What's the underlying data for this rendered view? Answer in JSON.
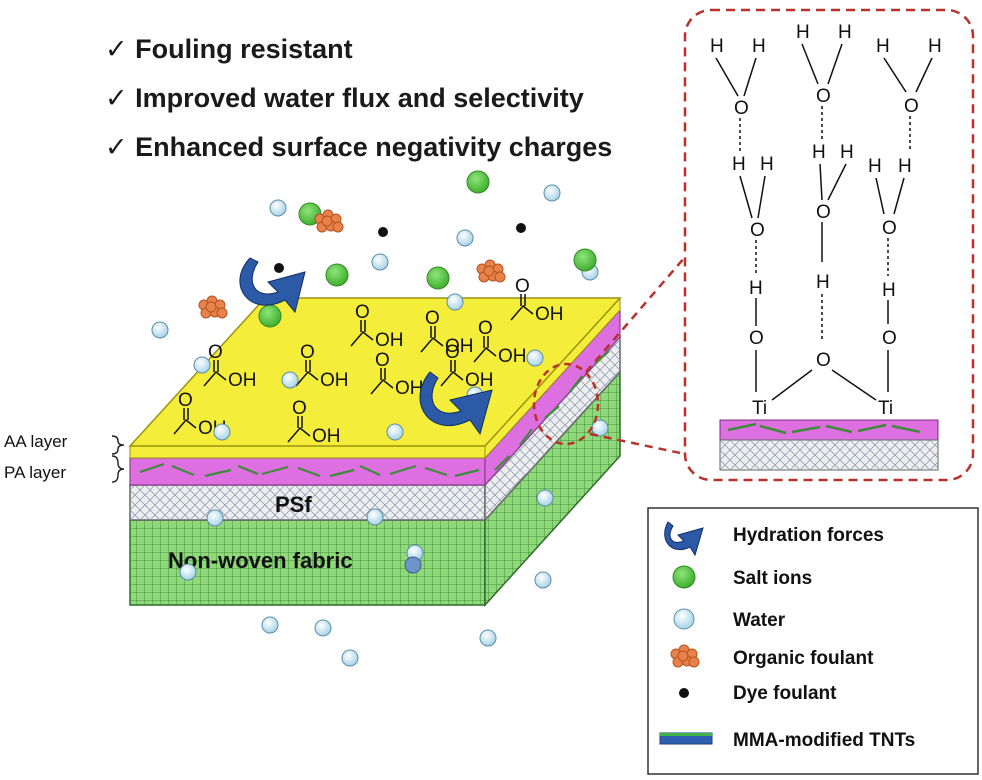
{
  "benefits": [
    "✓ Fouling resistant",
    "✓ Improved water flux and selectivity",
    "✓ Enhanced surface negativity charges"
  ],
  "layers": {
    "aa": "AA layer",
    "pa": "PA layer",
    "psf": "PSf",
    "fabric": "Non-woven fabric"
  },
  "acetic": {
    "oh": "OH",
    "o": "O"
  },
  "inset": {
    "h": "H",
    "o": "O",
    "ti": "Ti"
  },
  "legend": {
    "hydration": "Hydration forces",
    "salt": "Salt ions",
    "water": "Water",
    "organic": "Organic foulant",
    "dye": "Dye foulant",
    "tnt": "MMA-modified TNTs"
  },
  "colors": {
    "aa_top": "#f4ee3a",
    "pa": "#dd6fe0",
    "psf": "#eeeeee",
    "fabric": "#8fd97a",
    "salt": "#5ec94a",
    "water": "#bfe3f2",
    "organic": "#e8824a",
    "dye": "#111111",
    "arrow": "#2d5aa6",
    "inset_border": "#b8322a"
  }
}
